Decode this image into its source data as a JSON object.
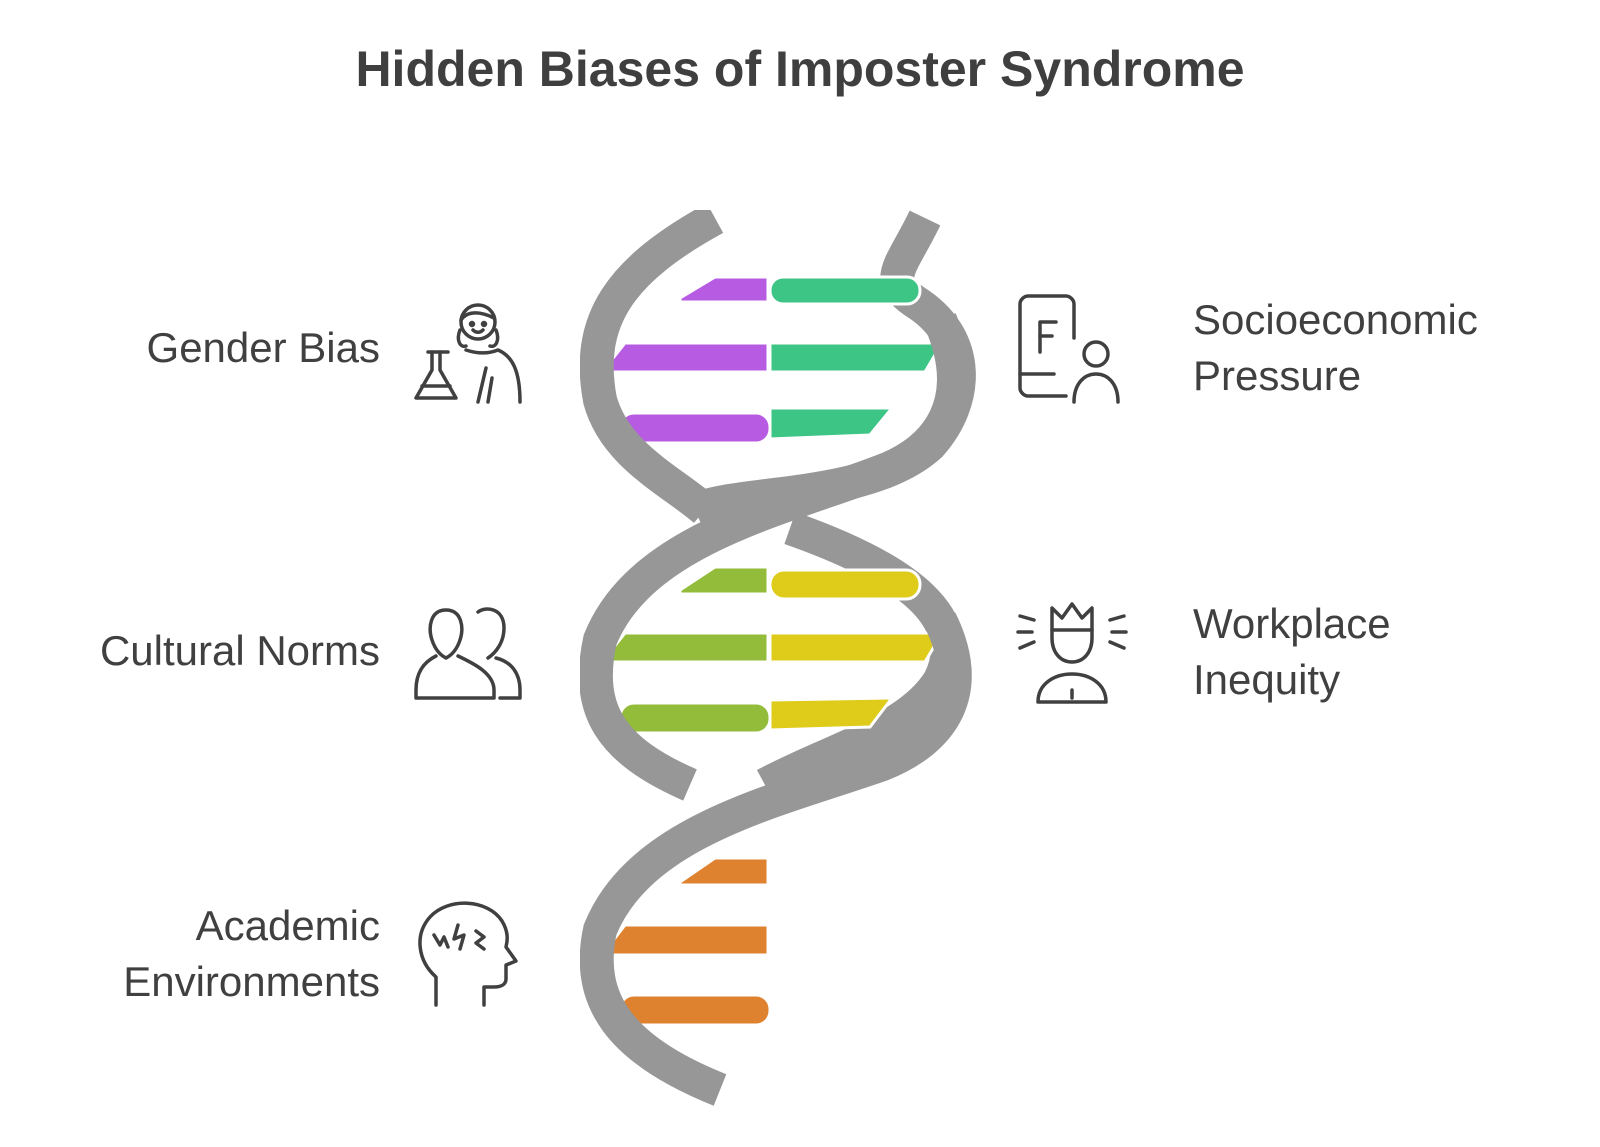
{
  "title": "Hidden Biases of Imposter Syndrome",
  "items": {
    "gender_bias": {
      "lines": [
        "Gender Bias"
      ],
      "icon": "female-scientist-icon",
      "color": "#b75be3"
    },
    "socioeconomic_pressure": {
      "lines": [
        "Socioeconomic",
        "Pressure"
      ],
      "icon": "document-person-icon",
      "color": "#3dc586"
    },
    "cultural_norms": {
      "lines": [
        "Cultural Norms"
      ],
      "icon": "people-group-icon",
      "color": "#93bc3a"
    },
    "workplace_inequity": {
      "lines": [
        "Workplace",
        "Inequity"
      ],
      "icon": "crowned-person-icon",
      "color": "#dfcb1a"
    },
    "academic_environments": {
      "lines": [
        "Academic",
        "Environments"
      ],
      "icon": "stressed-head-icon",
      "color": "#df8230"
    }
  },
  "colors": {
    "helix_strand": "#979797",
    "text": "#404040",
    "icon_stroke": "#404040"
  }
}
